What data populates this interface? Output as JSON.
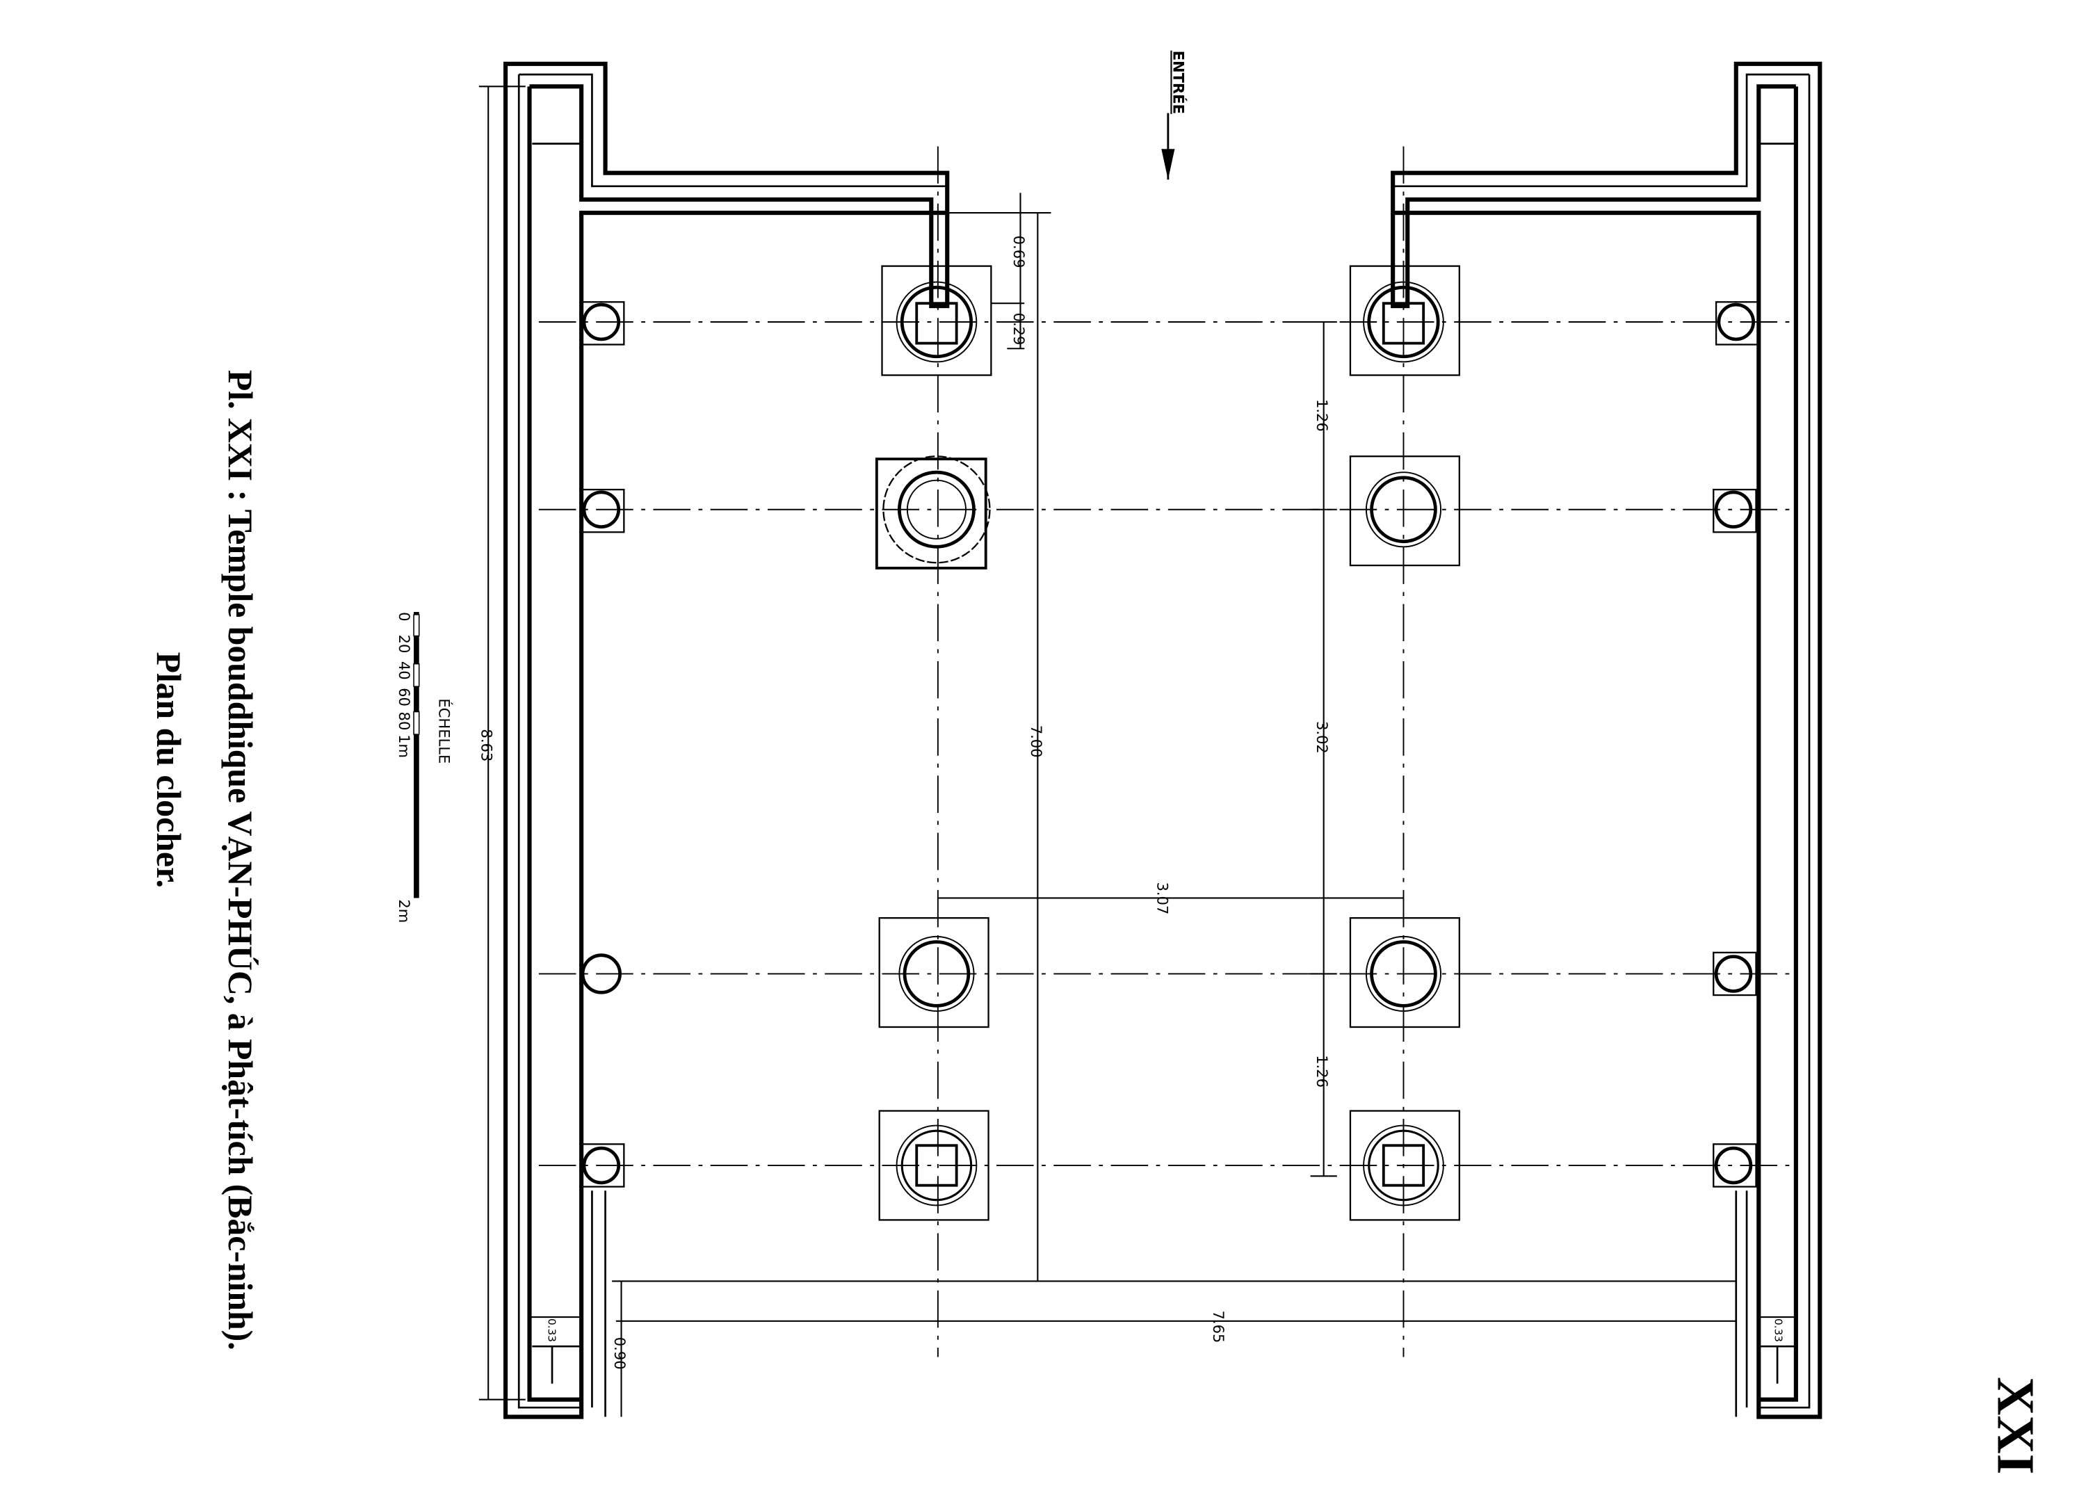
{
  "caption": {
    "title": "Pl. XXI : Temple bouddhique VẠN-PHÚC, à Phật-tích (Bắc-ninh).",
    "subtitle": "Plan du clocher."
  },
  "plate_number": "XXI",
  "entrance_label": "ENTRÉE",
  "scale": {
    "label": "ÉCHELLE",
    "ticks": [
      "0",
      "20",
      "40",
      "60",
      "80",
      "1m",
      "2m"
    ]
  },
  "dimensions": {
    "top_offset": "0.69",
    "pillar_width": "0.29",
    "bay_front": "1.26",
    "bay_center": "3.02",
    "bay_back": "1.26",
    "inner_length": "7.00",
    "overall_length": "8.63",
    "column_spacing": "3.07",
    "overall_width": "7.65",
    "wall_offset": "0.90",
    "wall_left": "0.33",
    "wall_right": "0.33"
  }
}
